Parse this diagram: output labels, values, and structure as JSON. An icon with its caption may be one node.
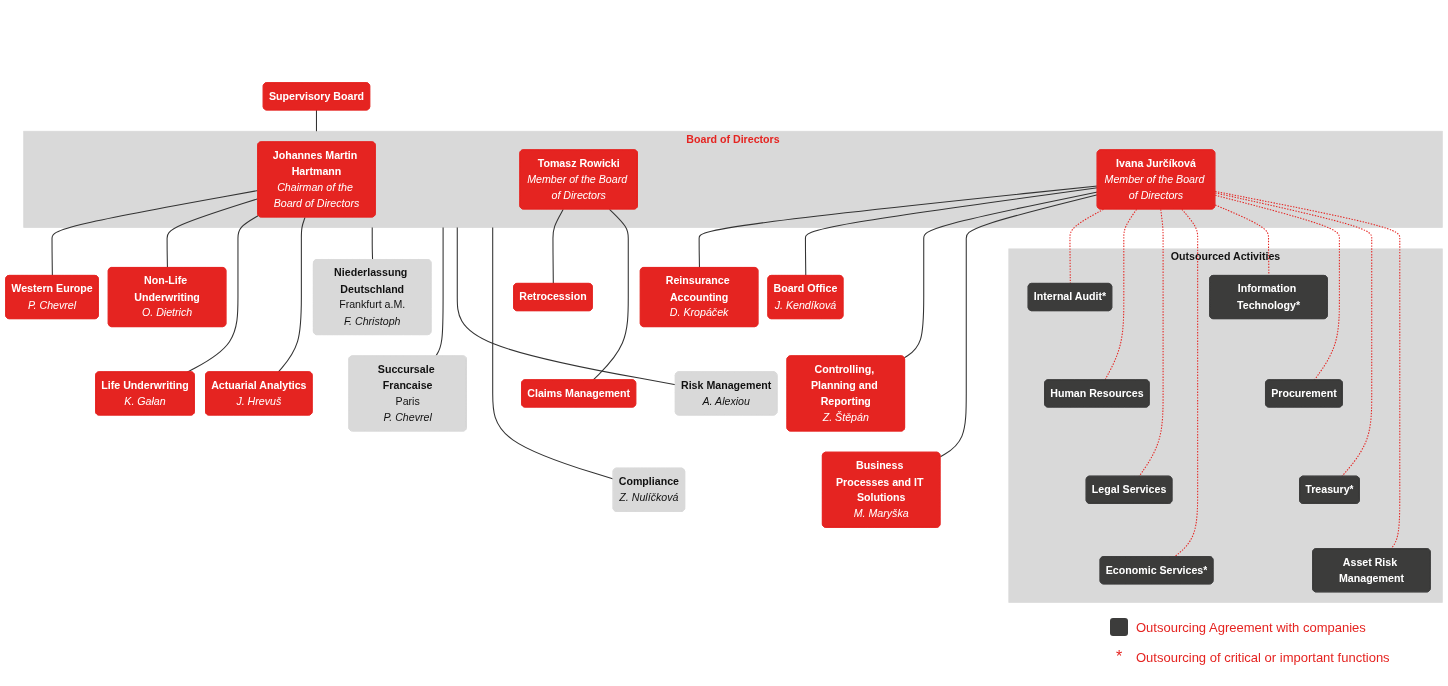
{
  "diagram": {
    "nodes": [
      {
        "text": [
          "Supervisory Board"
        ]
      },
      {
        "text": [
          "Board of Directors"
        ]
      },
      {
        "text": [
          "Johannes Martin Hartmann",
          "Chairman of the Board of Directors"
        ],
        "in": 1
      },
      {
        "text": [
          "Tomasz Rowicki",
          "Member of the Board of Directors"
        ],
        "in": 1
      },
      {
        "text": [
          "Ivana Jurčíková",
          "Member of the Board of Directors"
        ],
        "in": 1
      },
      {
        "text": [
          "Western Europe",
          "P. Chevrel"
        ]
      },
      {
        "text": [
          "Non-Life Underwriting",
          "O. Dietrich"
        ]
      },
      {
        "text": [
          "Niederlassung Deutschland",
          "Frankfurt a.M.",
          "F. Christoph"
        ]
      },
      {
        "text": [
          "Life Underwriting",
          "K. Gałan"
        ]
      },
      {
        "text": [
          "Succursale Francaise",
          "Paris",
          "P. Chevrel"
        ]
      },
      {
        "text": [
          "Actuarial Analytics",
          "J. Hrevuš"
        ]
      },
      {
        "text": [
          "Retrocession"
        ]
      },
      {
        "text": [
          "Claims Management"
        ]
      },
      {
        "text": [
          "Reinsurance Accounting",
          "D. Kropáček"
        ]
      },
      {
        "text": [
          "Board Office",
          "J. Kendíková"
        ]
      },
      {
        "text": [
          "Controlling, Planning and Reporting",
          "Z. Štěpán"
        ]
      },
      {
        "text": [
          "Risk Management",
          "A. Alexiou"
        ]
      },
      {
        "text": [
          "Business Processes and IT Solutions",
          "M. Maryška"
        ]
      },
      {
        "text": [
          "Compliance",
          "Z. Nulíčková"
        ]
      },
      {
        "text": [
          "Outsourced Activities"
        ]
      },
      {
        "text": [
          "Internal Audit*"
        ],
        "in": 19
      },
      {
        "text": [
          "Human Resources"
        ],
        "in": 19
      },
      {
        "text": [
          "Legal Services"
        ],
        "in": 19
      },
      {
        "text": [
          "Economic Services*"
        ],
        "in": 19
      },
      {
        "text": [
          "Information Technology*"
        ],
        "in": 19
      },
      {
        "text": [
          "Procurement"
        ],
        "in": 19
      },
      {
        "text": [
          "Treasury*"
        ],
        "in": 19
      },
      {
        "text": [
          "Asset Risk Management"
        ],
        "in": 19
      }
    ],
    "edges": [
      {
        "from": 0,
        "to": 1,
        "arrow": "none"
      },
      {
        "from": 2,
        "to": 5,
        "arrow": "none"
      },
      {
        "from": 2,
        "to": 6,
        "arrow": "none"
      },
      {
        "from": 2,
        "to": 8,
        "arrow": "none"
      },
      {
        "from": 2,
        "to": 10,
        "arrow": "none"
      },
      {
        "from": 1,
        "to": 7,
        "arrow": "none"
      },
      {
        "from": 1,
        "to": 9,
        "arrow": "none"
      },
      {
        "from": 3,
        "to": 11,
        "arrow": "none"
      },
      {
        "from": 3,
        "to": 12,
        "arrow": "none"
      },
      {
        "from": 4,
        "to": 13,
        "arrow": "none"
      },
      {
        "from": 4,
        "to": 14,
        "arrow": "none"
      },
      {
        "from": 4,
        "to": 15,
        "arrow": "none"
      },
      {
        "from": 4,
        "to": 17,
        "arrow": "none"
      },
      {
        "from": 1,
        "to": 16,
        "arrow": "none"
      },
      {
        "from": 1,
        "to": 18,
        "arrow": "none"
      },
      {
        "from": 4,
        "to": 20,
        "arrow": "none",
        "style": "dashed",
        "color": "#e52421"
      },
      {
        "from": 4,
        "to": 21,
        "arrow": "none",
        "style": "dashed",
        "color": "#e52421"
      },
      {
        "from": 4,
        "to": 22,
        "arrow": "none",
        "style": "dashed",
        "color": "#e52421"
      },
      {
        "from": 4,
        "to": 23,
        "arrow": "none",
        "style": "dashed",
        "color": "#e52421"
      },
      {
        "from": 4,
        "to": 24,
        "arrow": "none",
        "style": "dashed",
        "color": "#e52421"
      },
      {
        "from": 4,
        "to": 25,
        "arrow": "none",
        "style": "dashed",
        "color": "#e52421"
      },
      {
        "from": 4,
        "to": 26,
        "arrow": "none",
        "style": "dashed",
        "color": "#e52421"
      },
      {
        "from": 4,
        "to": 27,
        "arrow": "none",
        "style": "dashed",
        "color": "#e52421"
      }
    ],
    "labels": [
      "*"
    ],
    "legend": [
      {
        "text": "Outsourcing Agreement with companies",
        "color": "#3c3c3b"
      },
      {
        "text": "Outsourcing of critical or important functions"
      }
    ]
  }
}
